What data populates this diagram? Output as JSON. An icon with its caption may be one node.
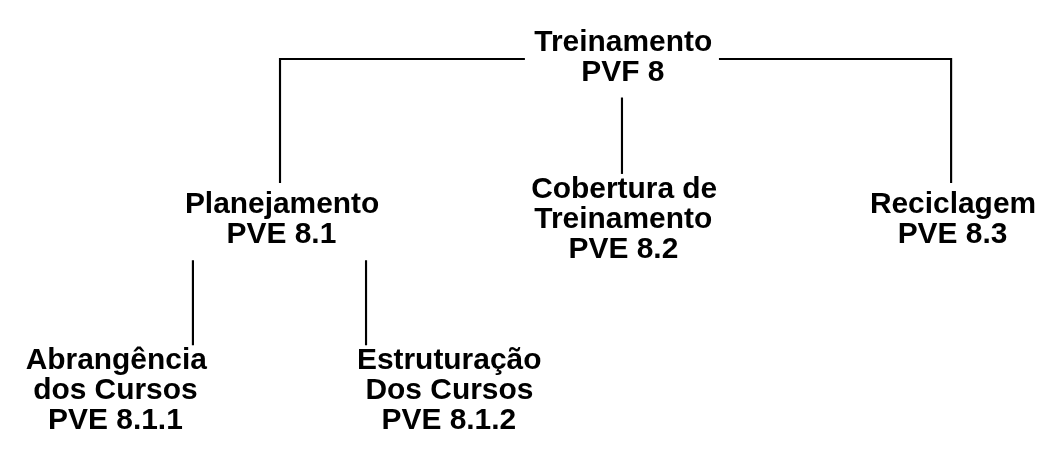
{
  "diagram": {
    "nodes": [
      {
        "text": [
          "Treinamento",
          "PVF 8"
        ]
      },
      {
        "text": [
          "Planejamento",
          "PVE 8.1"
        ]
      },
      {
        "text": [
          "Cobertura de Treinamento",
          "PVE 8.2"
        ]
      },
      {
        "text": [
          "Reciclagem",
          "PVE 8.3"
        ]
      },
      {
        "text": [
          "Abrangência dos Cursos",
          "PVE 8.1.1"
        ]
      },
      {
        "text": [
          "Estruturação Dos Cursos",
          "PVE 8.1.2"
        ]
      }
    ],
    "edges": [
      {
        "from": 0,
        "to": 1,
        "arrow": "none"
      },
      {
        "from": 0,
        "to": 2,
        "arrow": "none"
      },
      {
        "from": 0,
        "to": 3,
        "arrow": "none"
      },
      {
        "from": 1,
        "to": 4,
        "arrow": "none"
      },
      {
        "from": 1,
        "to": 5,
        "arrow": "none"
      }
    ]
  }
}
